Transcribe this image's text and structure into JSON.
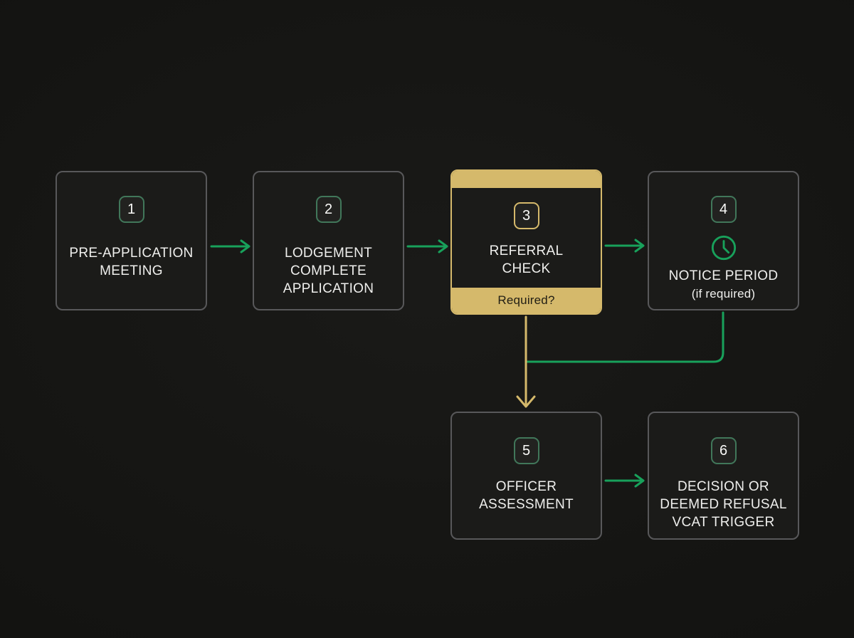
{
  "diagram": {
    "title": "application-process-flowchart",
    "colors": {
      "green": "#18a15b",
      "badge_green": "#41775a",
      "gold": "#d5b96b",
      "box_border": "#58585a",
      "box_background": "#1b1b19",
      "page_background": "#161614",
      "text": "#efefed",
      "footer_text": "#211e14"
    },
    "boxes": [
      {
        "number": "1",
        "lines": [
          "PRE-APPLICATION",
          "MEETING"
        ]
      },
      {
        "number": "2",
        "lines": [
          "LODGEMENT",
          "COMPLETE",
          "APPLICATION"
        ]
      },
      {
        "number": "3",
        "lines": [
          "REFERRAL",
          "CHECK"
        ],
        "footer_label": "Required?"
      },
      {
        "number": "4",
        "lines": [
          "NOTICE PERIOD",
          "(if required)"
        ],
        "icon": "clock-icon"
      },
      {
        "number": "5",
        "lines": [
          "OFFICER",
          "ASSESSMENT"
        ]
      },
      {
        "number": "6",
        "lines": [
          "DECISION OR",
          "DEEMED REFUSAL",
          "VCAT TRIGGER"
        ]
      }
    ],
    "connections": [
      {
        "from": "1",
        "to": "2",
        "color": "green"
      },
      {
        "from": "2",
        "to": "3",
        "color": "green"
      },
      {
        "from": "3",
        "to": "4",
        "color": "green"
      },
      {
        "from": "3",
        "to": "5",
        "color": "gold"
      },
      {
        "from": "4",
        "to": "5",
        "color": "green"
      },
      {
        "from": "5",
        "to": "6",
        "color": "green"
      }
    ]
  }
}
